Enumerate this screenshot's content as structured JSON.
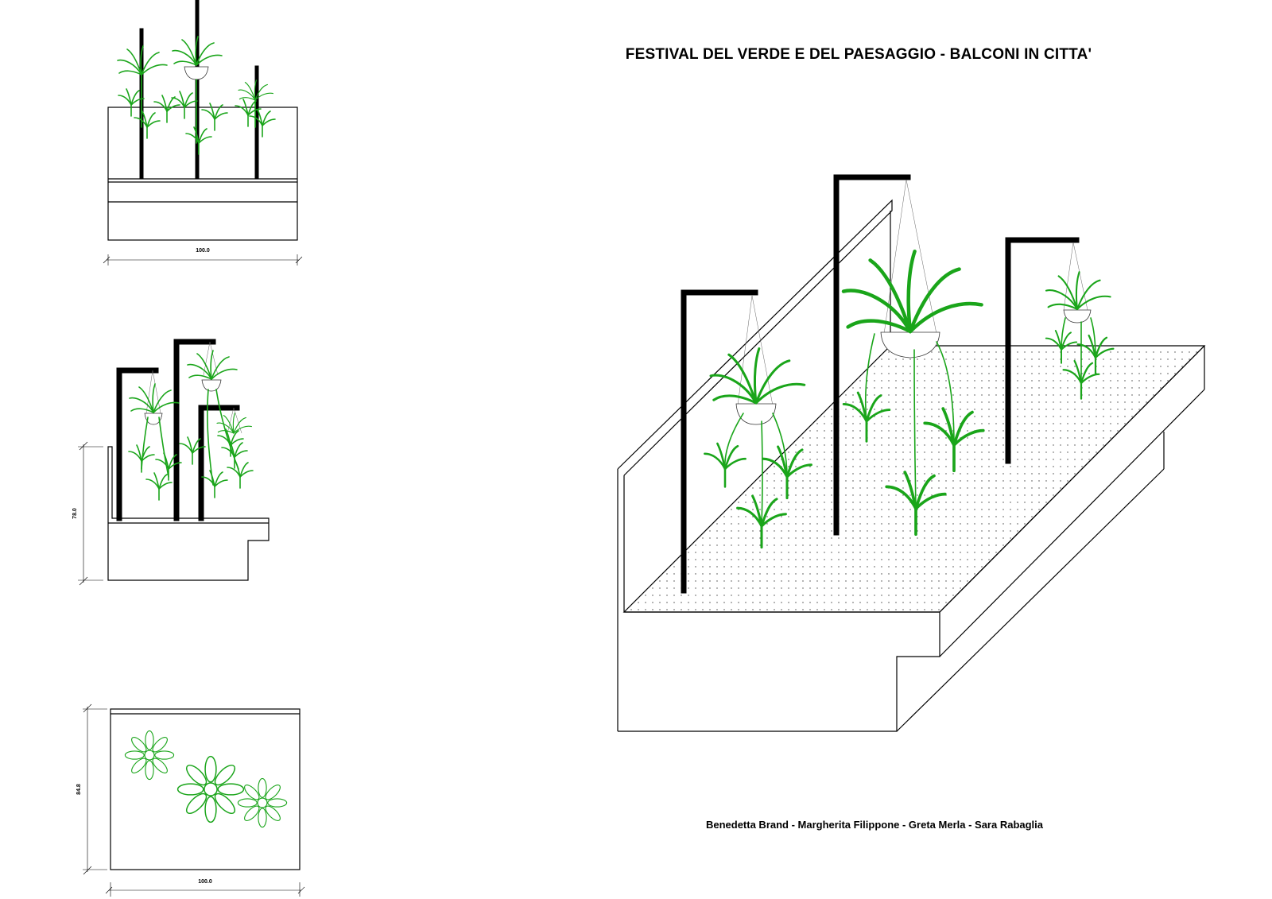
{
  "title": "FESTIVAL DEL VERDE E DEL PAESAGGIO - BALCONI IN CITTA'",
  "authors": "Benedetta Brand - Margherita Filippone - Greta Merla - Sara Rabaglia",
  "dimensions": {
    "front_width": "100.0",
    "side_height": "78.0",
    "plan_depth": "84.8",
    "plan_width": "100.0"
  },
  "colors": {
    "plant": "#1aa51a",
    "line": "#000000",
    "background": "#ffffff"
  }
}
